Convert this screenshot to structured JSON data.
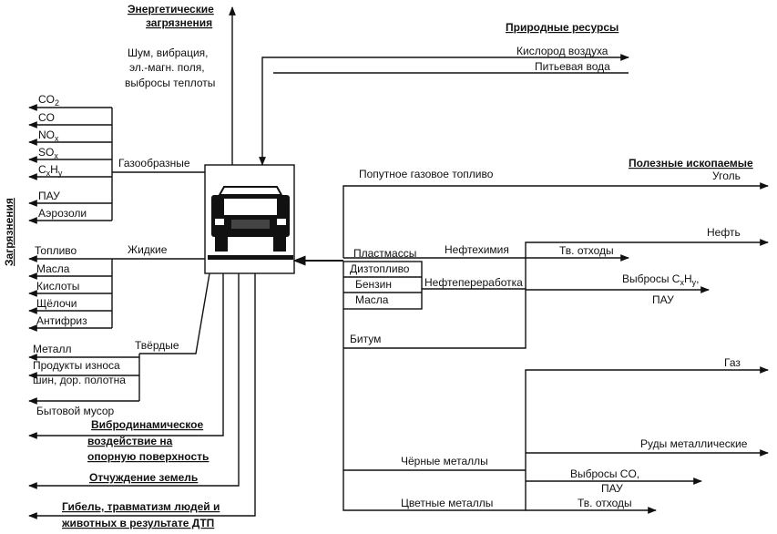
{
  "energy": {
    "title_line1": "Энергетические",
    "title_line2": "загрязнения",
    "desc_line1": "Шум, вибрация,",
    "desc_line2": "эл.-магн. поля,",
    "desc_line3": "выбросы теплоты"
  },
  "natural": {
    "title": "Природные ресурсы",
    "items": [
      "Кислород воздуха",
      "Питьевая вода"
    ]
  },
  "pollution_side_label": "Загрязнения",
  "gaseous": {
    "label": "Газообразные",
    "items": [
      {
        "base": "CO",
        "sub": "2",
        "tail": ""
      },
      {
        "base": "CO",
        "sub": "",
        "tail": ""
      },
      {
        "base": "NO",
        "sub": "x",
        "tail": ""
      },
      {
        "base": "SO",
        "sub": "x",
        "tail": ""
      },
      {
        "base": "C",
        "sub": "x",
        "mid": "H",
        "sub2": "y"
      },
      {
        "base": "ПАУ",
        "sub": "",
        "tail": ""
      },
      {
        "base": "Аэрозоли",
        "sub": "",
        "tail": ""
      }
    ]
  },
  "liquid": {
    "label": "Жидкие",
    "items": [
      "Топливо",
      "Масла",
      "Кислоты",
      "Щёлочи",
      "Антифриз"
    ]
  },
  "solid": {
    "label": "Твёрдые",
    "items": [
      "Металл",
      "Продукты износа",
      "шин, дор. полотна",
      "Бытовой мусор"
    ]
  },
  "bottom_effects": {
    "vibro_line1": "Вибродинамическое",
    "vibro_line2": "воздействие на",
    "vibro_line3": "опорную поверхность",
    "land": "Отчуждение земель",
    "death_line1": "Гибель, травматизм людей и",
    "death_line2": "животных в результате ДТП"
  },
  "minerals": {
    "title": "Полезные ископаемые",
    "coal": "Уголь",
    "oil": "Нефть",
    "gas": "Газ",
    "ores": "Руды металлические"
  },
  "processing": {
    "associated_fuel": "Попутное газовое топливо",
    "petrochem": "Нефтехимия",
    "refining": "Нефтепереработка",
    "plastics": "Пластмассы",
    "diesel": "Дизтопливо",
    "petrol": "Бензин",
    "oils": "Масла",
    "bitumen": "Битум",
    "solid_waste_1": "Тв. отходы",
    "emissions_1_pre": "Выбросы C",
    "emissions_1_sub1": "x",
    "emissions_1_mid": "H",
    "emissions_1_sub2": "y",
    "emissions_1_tail": ",",
    "pau_1": "ПАУ",
    "ferrous": "Чёрные металлы",
    "nonferrous": "Цветные металлы",
    "emissions_2": "Выбросы CO,",
    "pau_2": "ПАУ",
    "solid_waste_2": "Тв. отходы"
  },
  "icons": {
    "car": "car-front-icon"
  }
}
